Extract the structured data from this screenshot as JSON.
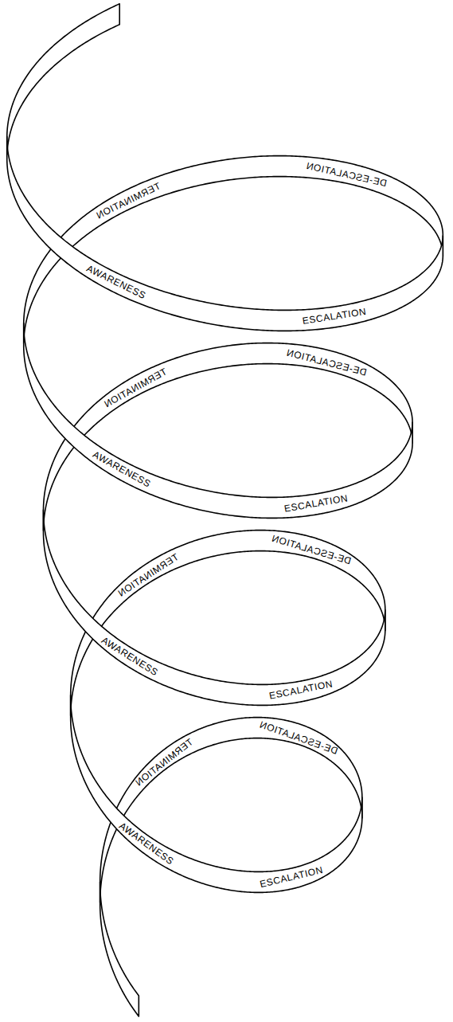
{
  "diagram": {
    "labels": [
      "TERMINATION",
      "DE-ESCALATION",
      "AWARENESS",
      "ESCALATION",
      "TERMINATION",
      "DE-ESCALATION",
      "AWARENESS",
      "ESCALATION",
      "TERMINATION",
      "DE-ESCALATION",
      "AWARENESS",
      "ESCALATION",
      "TERMINATION",
      "DE-ESCALATION",
      "AWARENESS",
      "ESCALATION"
    ]
  }
}
